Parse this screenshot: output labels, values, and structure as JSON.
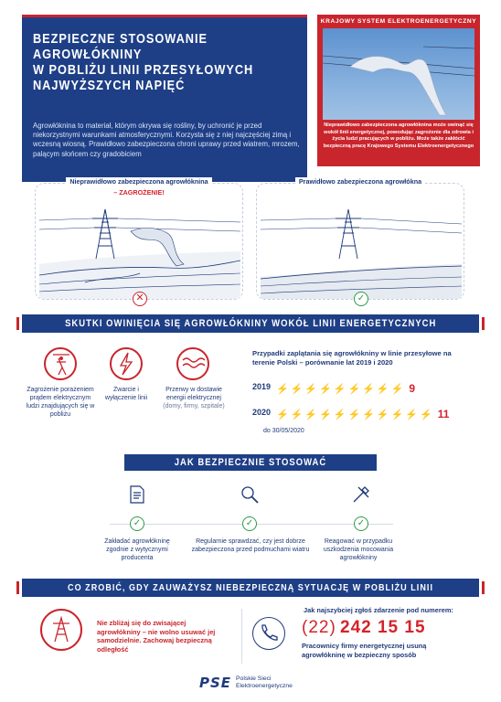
{
  "header": {
    "title": "BEZPIECZNE STOSOWANIE AGROWŁÓKNINY\nW POBLIŻU LINII PRZESYŁOWYCH\nNAJWYŻSZYCH NAPIĘĆ",
    "intro": "Agrowłóknina to materiał, którym okrywa się rośliny, by uchronić je przed niekorzystnymi warunkami atmosferycznymi. Korzysta się z niej najczęściej zimą i wczesną wiosną. Prawidłowo zabezpieczona chroni uprawy przed wiatrem, mrozem, palącym słońcem czy gradobiciem"
  },
  "photo": {
    "caption": "KRAJOWY SYSTEM ELEKTROENERGETYCZNY",
    "text": "Nieprawidłowo zabezpieczona agrowłóknina może owinąć się wokół linii energetycznej, powodując zagrożenie dla zdrowia i życia ludzi pracujących w pobliżu. Może także zakłócić bezpieczną pracę Krajowego Systemu Elektroenergetycznego"
  },
  "scenes": {
    "bad_label": "Nieprawidłowo zabezpieczona agrowłóknina",
    "bad_warning": "– ZAGROŻENIE!",
    "good_label": "Prawidłowo zabezpieczona agrowłókna"
  },
  "effects": {
    "title": "SKUTKI OWINIĘCIA SIĘ AGROWŁÓKNINY WOKÓŁ LINII ENERGETYCZNYCH",
    "items": [
      {
        "label": "Zagrożenie porażeniem prądem elektrycznym ludzi znajdujących się w pobliżu",
        "icon": "person-shock-icon"
      },
      {
        "label": "Zwarcie i wyłączenie linii",
        "icon": "lightning-icon"
      },
      {
        "label": "Przerwy w dostawie energii elektrycznej",
        "note": "(domy, firmy, szpitale)",
        "icon": "wave-icon"
      }
    ],
    "chart_title": "Przypadki zaplątania się agrowłókniny w linie przesyłowe na terenie Polski – porównanie lat 2019 i 2020"
  },
  "chart_data": {
    "type": "bar",
    "categories": [
      "2019",
      "2020"
    ],
    "values": [
      9,
      11
    ],
    "note": "do 30/05/2020",
    "colors": {
      "bolt": "#d4232b"
    }
  },
  "howto": {
    "title": "JAK BEZPIECZNIE STOSOWAĆ AGROWŁÓKNINĘ",
    "items": [
      {
        "label": "Zakładać agrowłókninę zgodnie z wytycznymi producenta",
        "icon": "document-icon"
      },
      {
        "label": "Regularnie sprawdzać, czy jest dobrze zabezpieczona przed podmuchami wiatru",
        "icon": "magnifier-icon"
      },
      {
        "label": "Reagować w przypadku uszkodzenia mocowania agrowłókniny",
        "icon": "tools-icon"
      }
    ]
  },
  "what": {
    "title": "CO ZROBIĆ, GDY ZAUWAŻYSZ NIEBEZPIECZNĄ SYTUACJĘ W POBLIŻU LINII ENERGETYCZNYCH?",
    "left_text": "Nie zbliżaj się do zwisającej agrowłókniny – nie wolno usuwać jej samodzielnie. Zachowaj bezpieczną odległość",
    "right_title": "Jak najszybciej zgłoś zdarzenie pod numerem:",
    "prefix": "(22)",
    "number": "242 15 15",
    "right_text": "Pracownicy firmy energetycznej usuną agrowłókninę w bezpieczny sposób"
  },
  "footer": {
    "logo": "PSE",
    "name_line1": "Polskie Sieci",
    "name_line2": "Elektroenergetyczne"
  },
  "colors": {
    "navy": "#1e3f86",
    "red": "#c9252c",
    "green": "#2e9a46"
  }
}
